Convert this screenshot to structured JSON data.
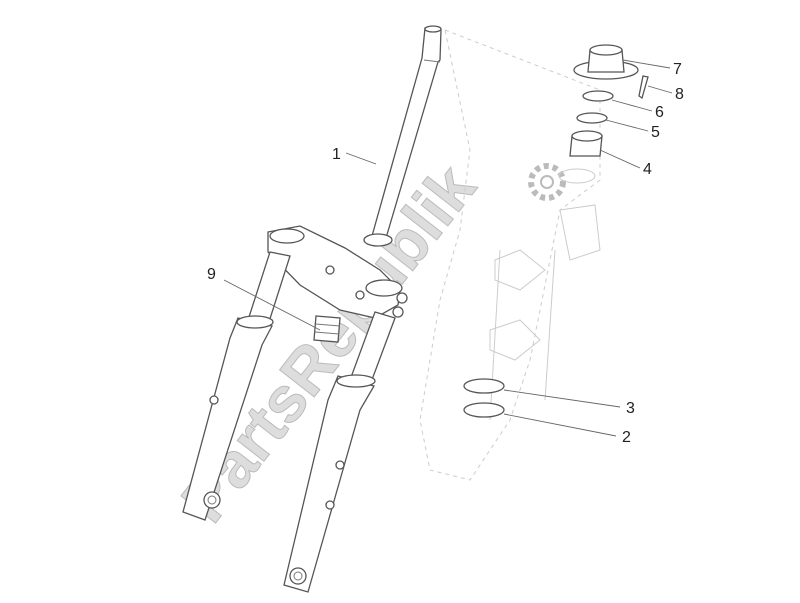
{
  "diagram": {
    "watermark": "PartsRepublik",
    "watermark_icon": "gear-icon",
    "callouts": [
      {
        "id": "1",
        "label": "1"
      },
      {
        "id": "2",
        "label": "2"
      },
      {
        "id": "3",
        "label": "3"
      },
      {
        "id": "4",
        "label": "4"
      },
      {
        "id": "5",
        "label": "5"
      },
      {
        "id": "6",
        "label": "6"
      },
      {
        "id": "7",
        "label": "7"
      },
      {
        "id": "8",
        "label": "8"
      },
      {
        "id": "9",
        "label": "9"
      }
    ]
  }
}
